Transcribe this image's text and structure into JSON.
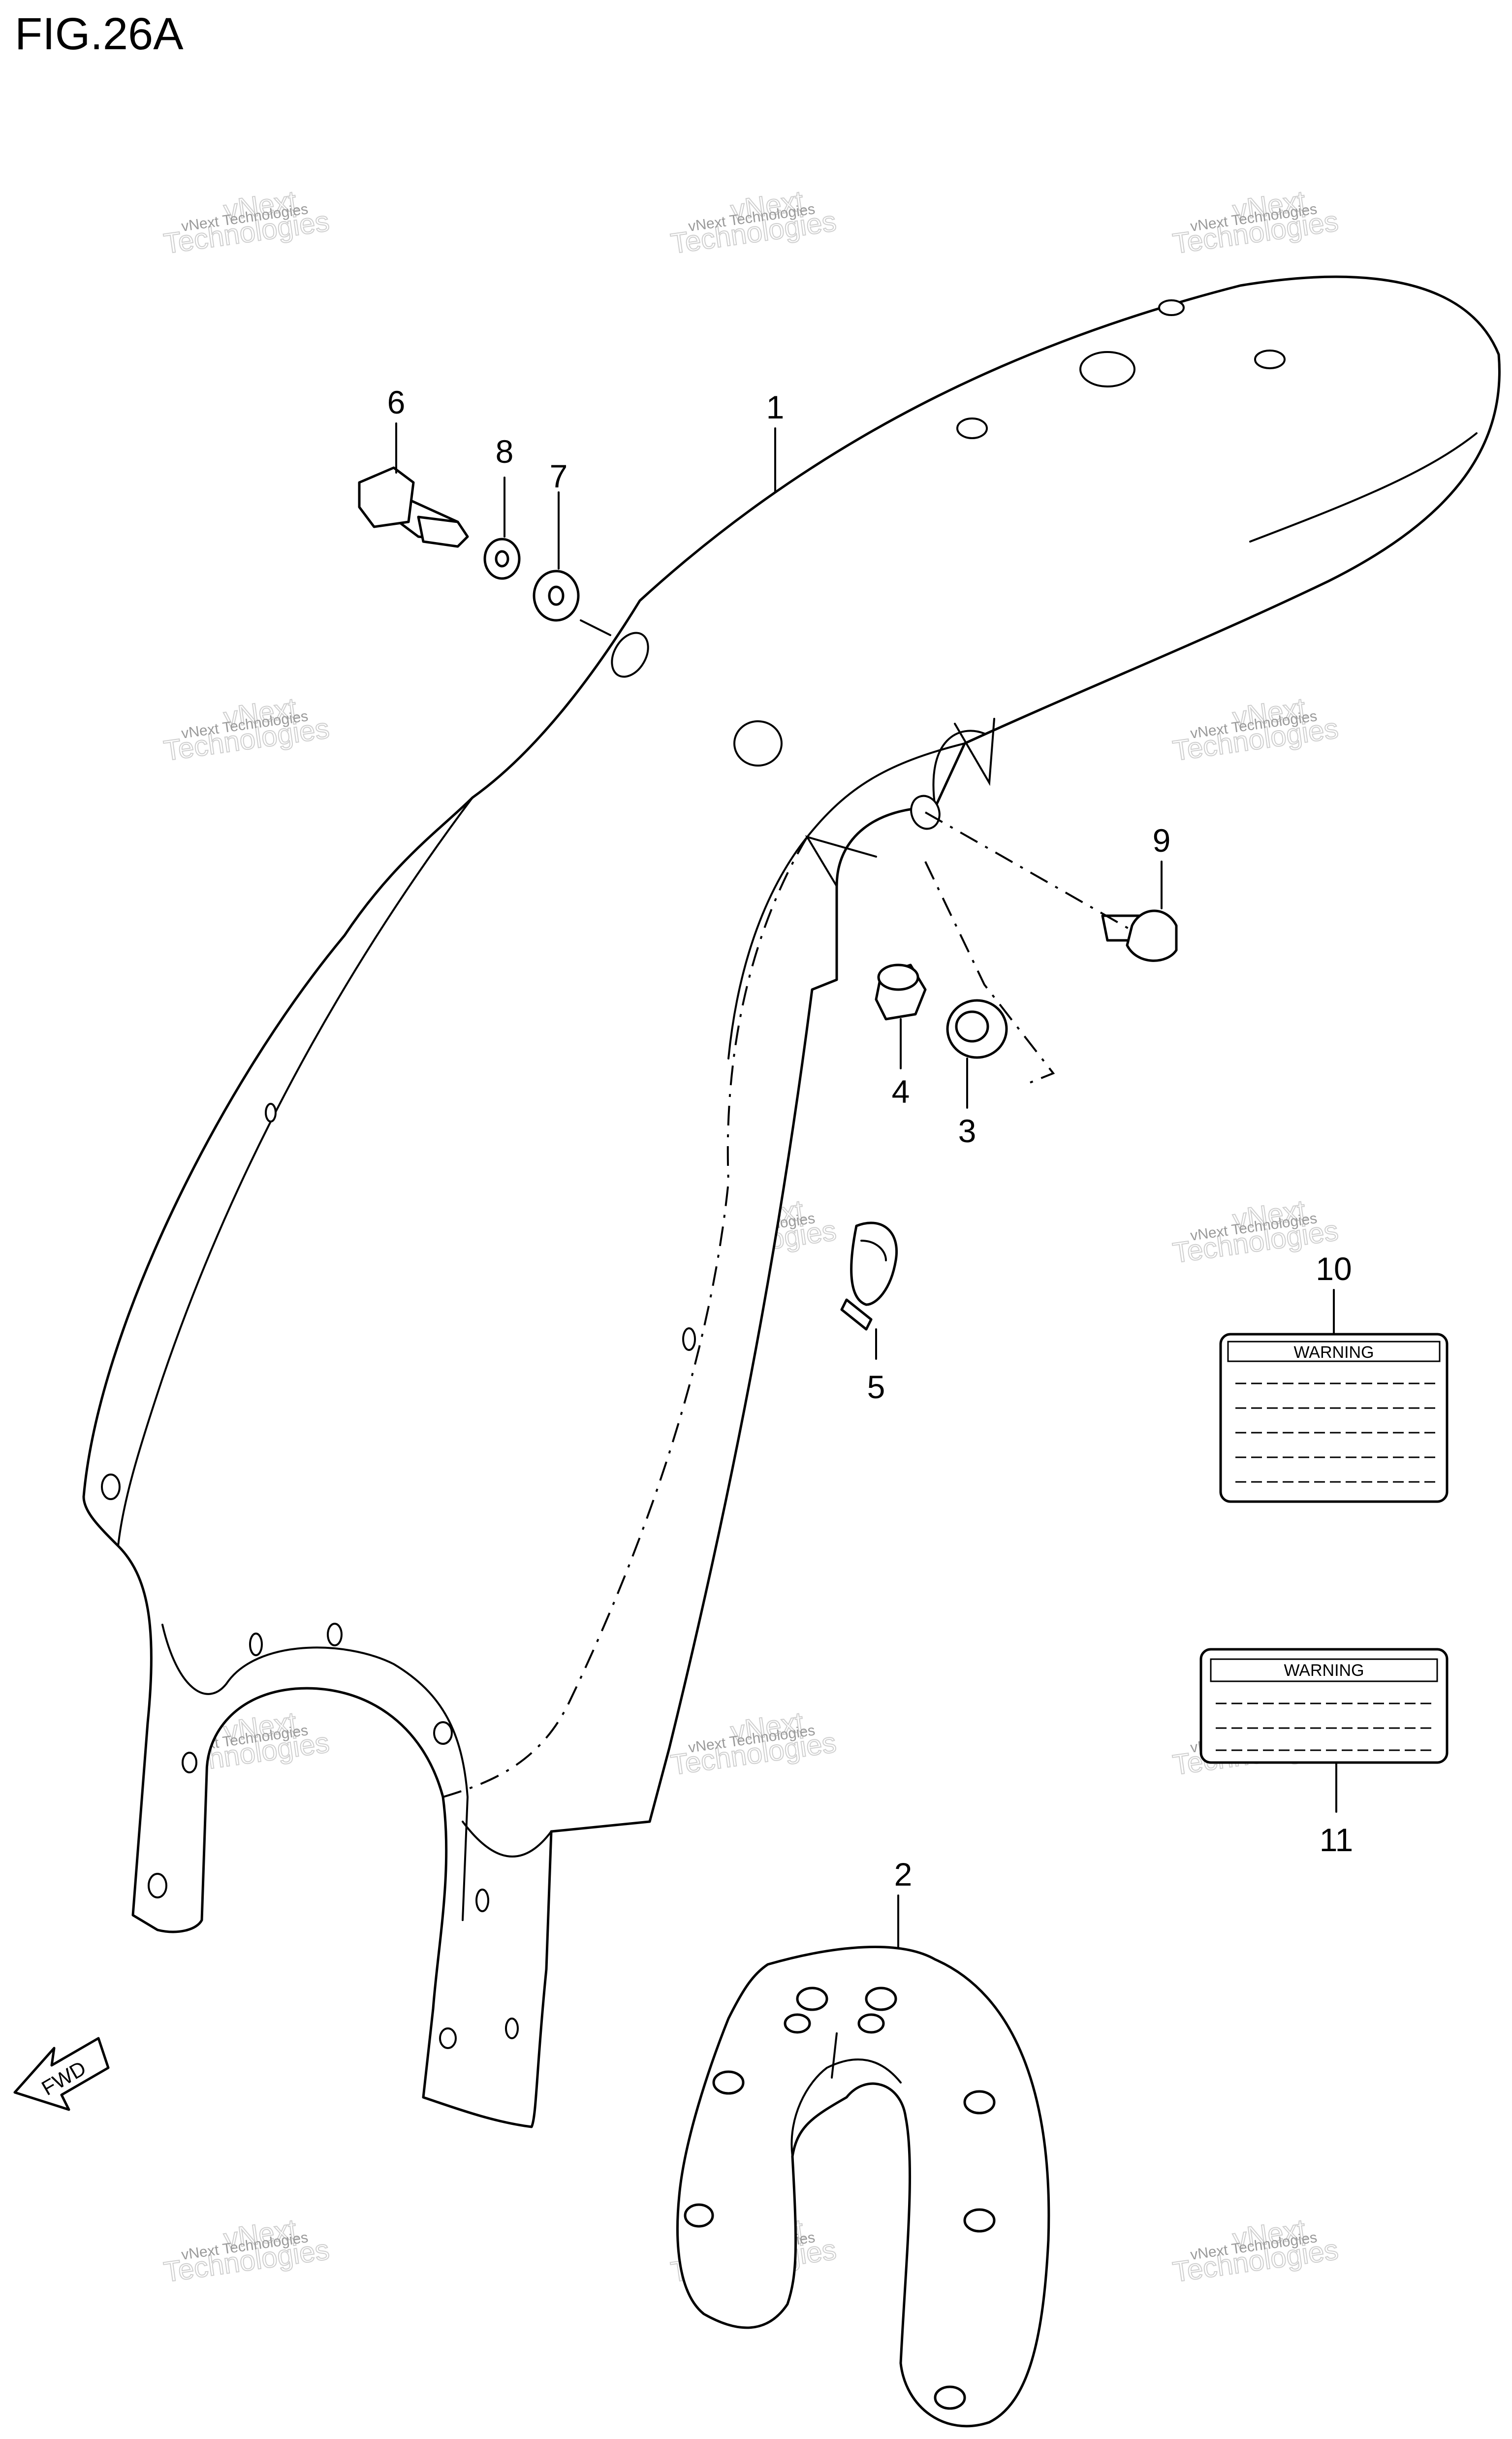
{
  "figure": {
    "title": "FIG.26A"
  },
  "callouts": [
    "1",
    "2",
    "3",
    "4",
    "5",
    "6",
    "7",
    "8",
    "9",
    "10",
    "11"
  ],
  "labels": {
    "warning_10": "WARNING",
    "warning_11": "WARNING"
  },
  "fwd": "FWD",
  "watermark": {
    "small": "vNext Technologies",
    "big": "Technologies"
  }
}
